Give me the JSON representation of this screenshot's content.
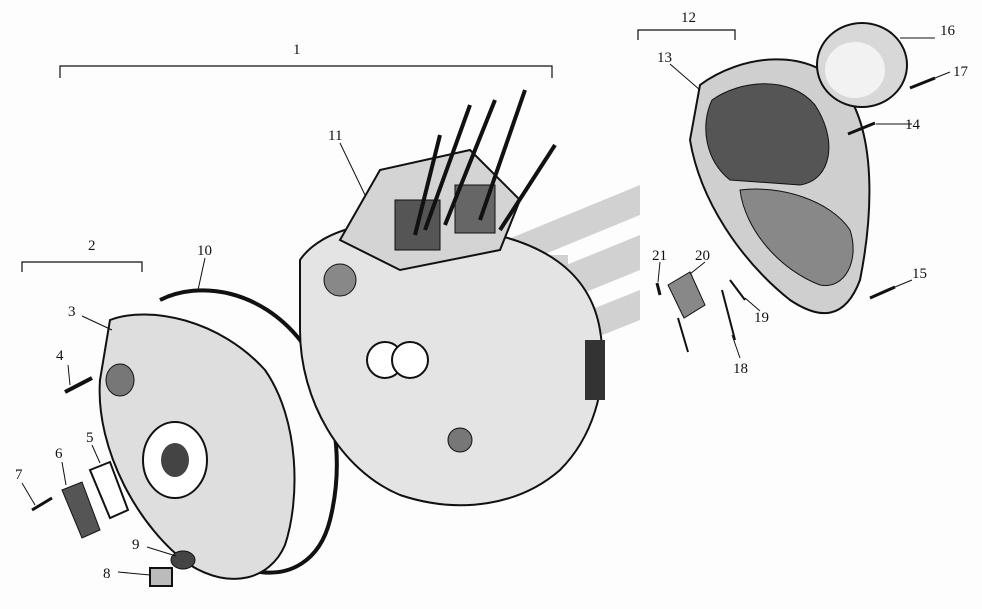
{
  "callouts": {
    "c1": "1",
    "c2": "2",
    "c3": "3",
    "c4": "4",
    "c5": "5",
    "c6": "6",
    "c7": "7",
    "c8": "8",
    "c9": "9",
    "c10": "10",
    "c11": "11",
    "c12": "12",
    "c13": "13",
    "c14": "14",
    "c15": "15",
    "c16": "16",
    "c17": "17",
    "c18": "18",
    "c19": "19",
    "c20": "20",
    "c21": "21"
  },
  "colors": {
    "ink": "#111111",
    "watermark": "#c9c9c9",
    "paper": "#fdfdfd"
  }
}
